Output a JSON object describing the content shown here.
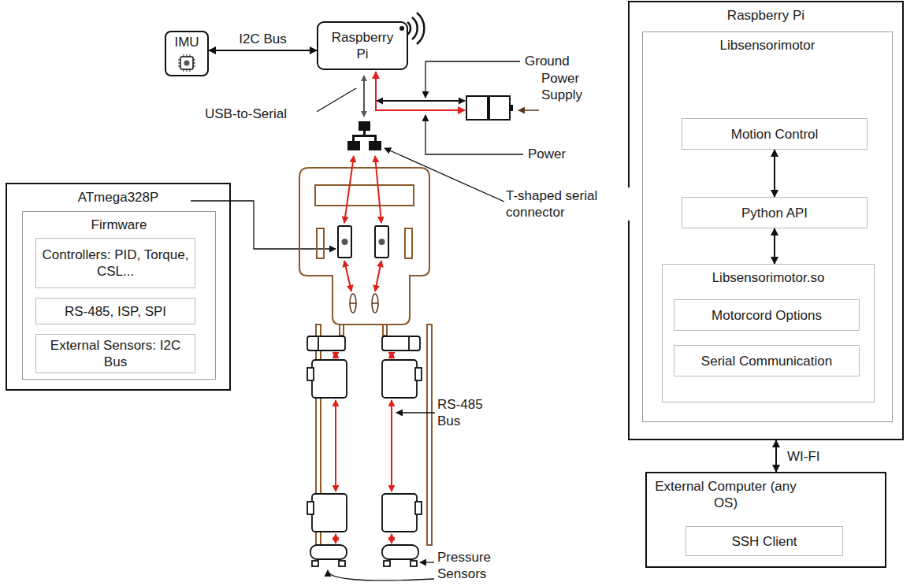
{
  "diagram": {
    "nodes": [
      {
        "text": [
          "IMU"
        ]
      },
      {
        "text": [
          "Raspberry Pi"
        ]
      },
      {
        "text": [
          "Power Supply"
        ]
      },
      {
        "text": [
          "ATmega328P"
        ]
      },
      {
        "text": [
          "Firmware"
        ],
        "in": 3
      },
      {
        "text": [
          "Controllers: PID, Torque, CSL..."
        ],
        "in": 4
      },
      {
        "text": [
          "RS-485, ISP, SPI"
        ],
        "in": 4
      },
      {
        "text": [
          "External Sensors: I2C Bus"
        ],
        "in": 4
      },
      {
        "text": [
          "Raspberry Pi"
        ]
      },
      {
        "text": [
          "Libsensorimotor"
        ],
        "in": 8
      },
      {
        "text": [
          "Motion Control"
        ],
        "in": 9
      },
      {
        "text": [
          "Python API"
        ],
        "in": 9
      },
      {
        "text": [
          "Libsensorimotor.so"
        ],
        "in": 9
      },
      {
        "text": [
          "Motorcord Options"
        ],
        "in": 12
      },
      {
        "text": [
          "Serial Communication"
        ],
        "in": 12
      },
      {
        "text": [
          "External Computer (any OS)"
        ]
      },
      {
        "text": [
          "SSH Client"
        ],
        "in": 15
      }
    ],
    "edges": [
      {
        "from": 0,
        "to": 1,
        "label": "I2C Bus",
        "arrow": "both"
      },
      {
        "from": 1,
        "to": 2,
        "arrow": "both"
      },
      {
        "from": 10,
        "to": 11,
        "arrow": "both"
      },
      {
        "from": 11,
        "to": 12,
        "arrow": "both"
      },
      {
        "from": 8,
        "to": 15,
        "label": "WI-FI",
        "arrow": "both"
      }
    ],
    "labels": [
      "USB-to-Serial",
      "Ground",
      "Power",
      "T-shaped serial connector",
      "RS-485 Bus",
      "Pressure Sensors"
    ]
  }
}
